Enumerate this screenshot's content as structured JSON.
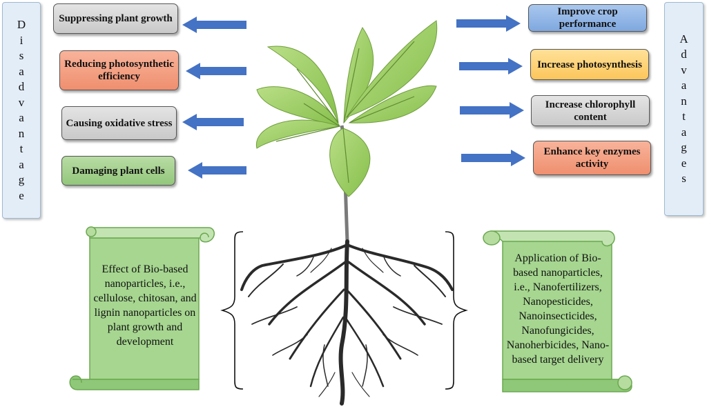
{
  "disadvantage_label": [
    "D",
    "i",
    "s",
    "a",
    "d",
    "v",
    "a",
    "n",
    "t",
    "a",
    "g",
    "e"
  ],
  "advantages_label": [
    "A",
    "d",
    "v",
    "a",
    "n",
    "t",
    "a",
    "g",
    "e",
    "s"
  ],
  "disadvantages": [
    {
      "text": "Suppressing plant growth",
      "color": "#d6d6d6"
    },
    {
      "text": "Reducing photosynthetic efficiency",
      "color": "#f39e80"
    },
    {
      "text": "Causing oxidative stress",
      "color": "#d6d6d6"
    },
    {
      "text": "Damaging plant cells",
      "color": "#a6d190"
    }
  ],
  "advantages": [
    {
      "text": "Improve crop performance",
      "color": "#94b8e7"
    },
    {
      "text": "Increase photosynthesis",
      "color": "#fdd47a"
    },
    {
      "text": "Increase chlorophyll content",
      "color": "#d6d6d6"
    },
    {
      "text": "Enhance key enzymes activity",
      "color": "#f39e80"
    }
  ],
  "left_scroll": "Effect of Bio-based nanoparticles, i.e., cellulose, chitosan, and lignin nanoparticles on plant growth and development",
  "right_scroll": "Application of Bio-based nanoparticles, i.e., Nanofertilizers, Nanopesticides, Nanoinsecticides, Nanofungicides, Nanoherbicides, Nano-based target delivery",
  "colors": {
    "arrow": "#4472c4",
    "leaf": "#9ccc65",
    "leaf_dark": "#6f9e3c",
    "scroll": "#a6d690",
    "scroll_border": "#6aa84f",
    "root": "#2a2a2a"
  }
}
